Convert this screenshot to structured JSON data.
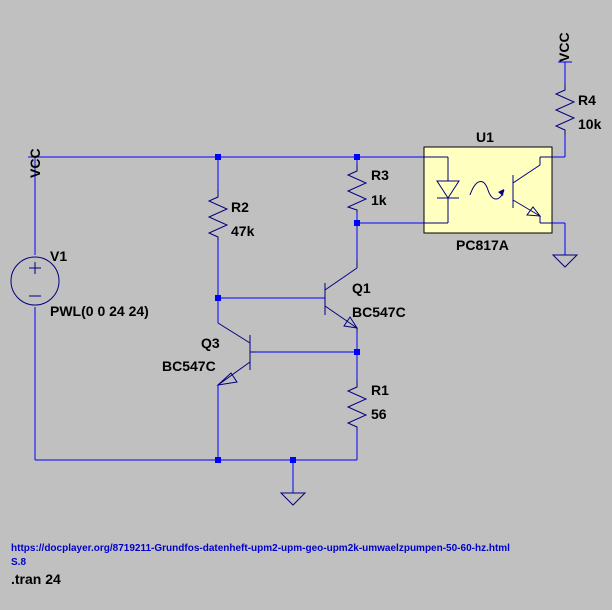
{
  "components": {
    "V1": {
      "ref": "V1",
      "value": "PWL(0 0 24 24)"
    },
    "R2": {
      "ref": "R2",
      "value": "47k"
    },
    "R3": {
      "ref": "R3",
      "value": "1k"
    },
    "R4": {
      "ref": "R4",
      "value": "10k"
    },
    "R1": {
      "ref": "R1",
      "value": "56"
    },
    "Q1": {
      "ref": "Q1",
      "value": "BC547C"
    },
    "Q3": {
      "ref": "Q3",
      "value": "BC547C"
    },
    "U1": {
      "ref": "U1",
      "value": "PC817A"
    }
  },
  "net_labels": {
    "vcc_left": "VCC",
    "vcc_top": "VCC"
  },
  "text_notes": {
    "source_url": "https://docplayer.org/8719211-Grundfos-datenheft-upm2-upm-geo-upm2k-umwaelzpumpen-50-60-hz.html",
    "source_page": "S.8",
    "spice_directive": ".tran 24"
  },
  "colors": {
    "background": "#c0c0c0",
    "wire": "#0000ff",
    "part_outline": "#000080",
    "optocoupler_body": "#ffffc0",
    "label_text": "#000000",
    "link_text": "#0000cc"
  }
}
